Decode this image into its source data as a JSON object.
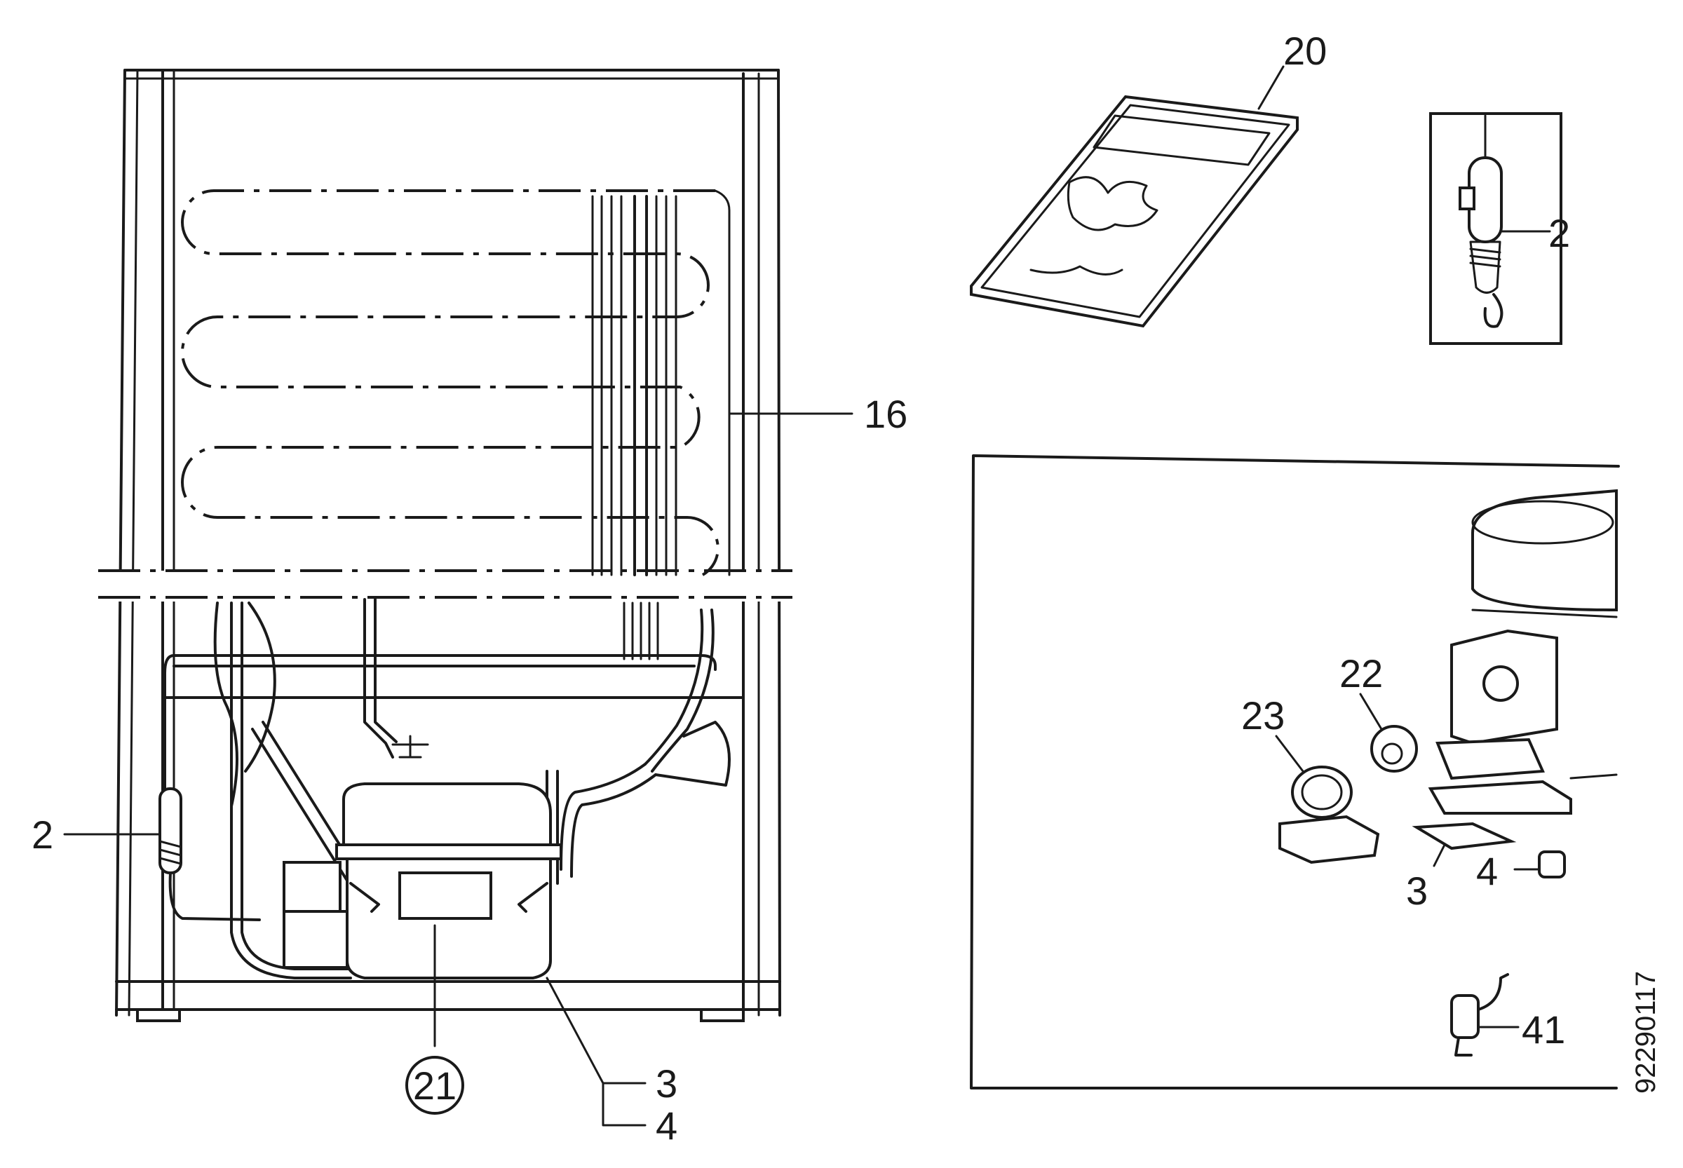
{
  "callouts": {
    "evaporator_coil": "16",
    "thermostat_sensor": "2",
    "inset_sensor": "2",
    "compressor": "21",
    "compressor_mount_3": "3",
    "compressor_mount_4": "4",
    "manual": "20",
    "starter_relay": "22",
    "overload_relay": "23",
    "mount_plate": "3",
    "grommet": "4",
    "capacitor": "41"
  },
  "drawing_code": "92290117"
}
